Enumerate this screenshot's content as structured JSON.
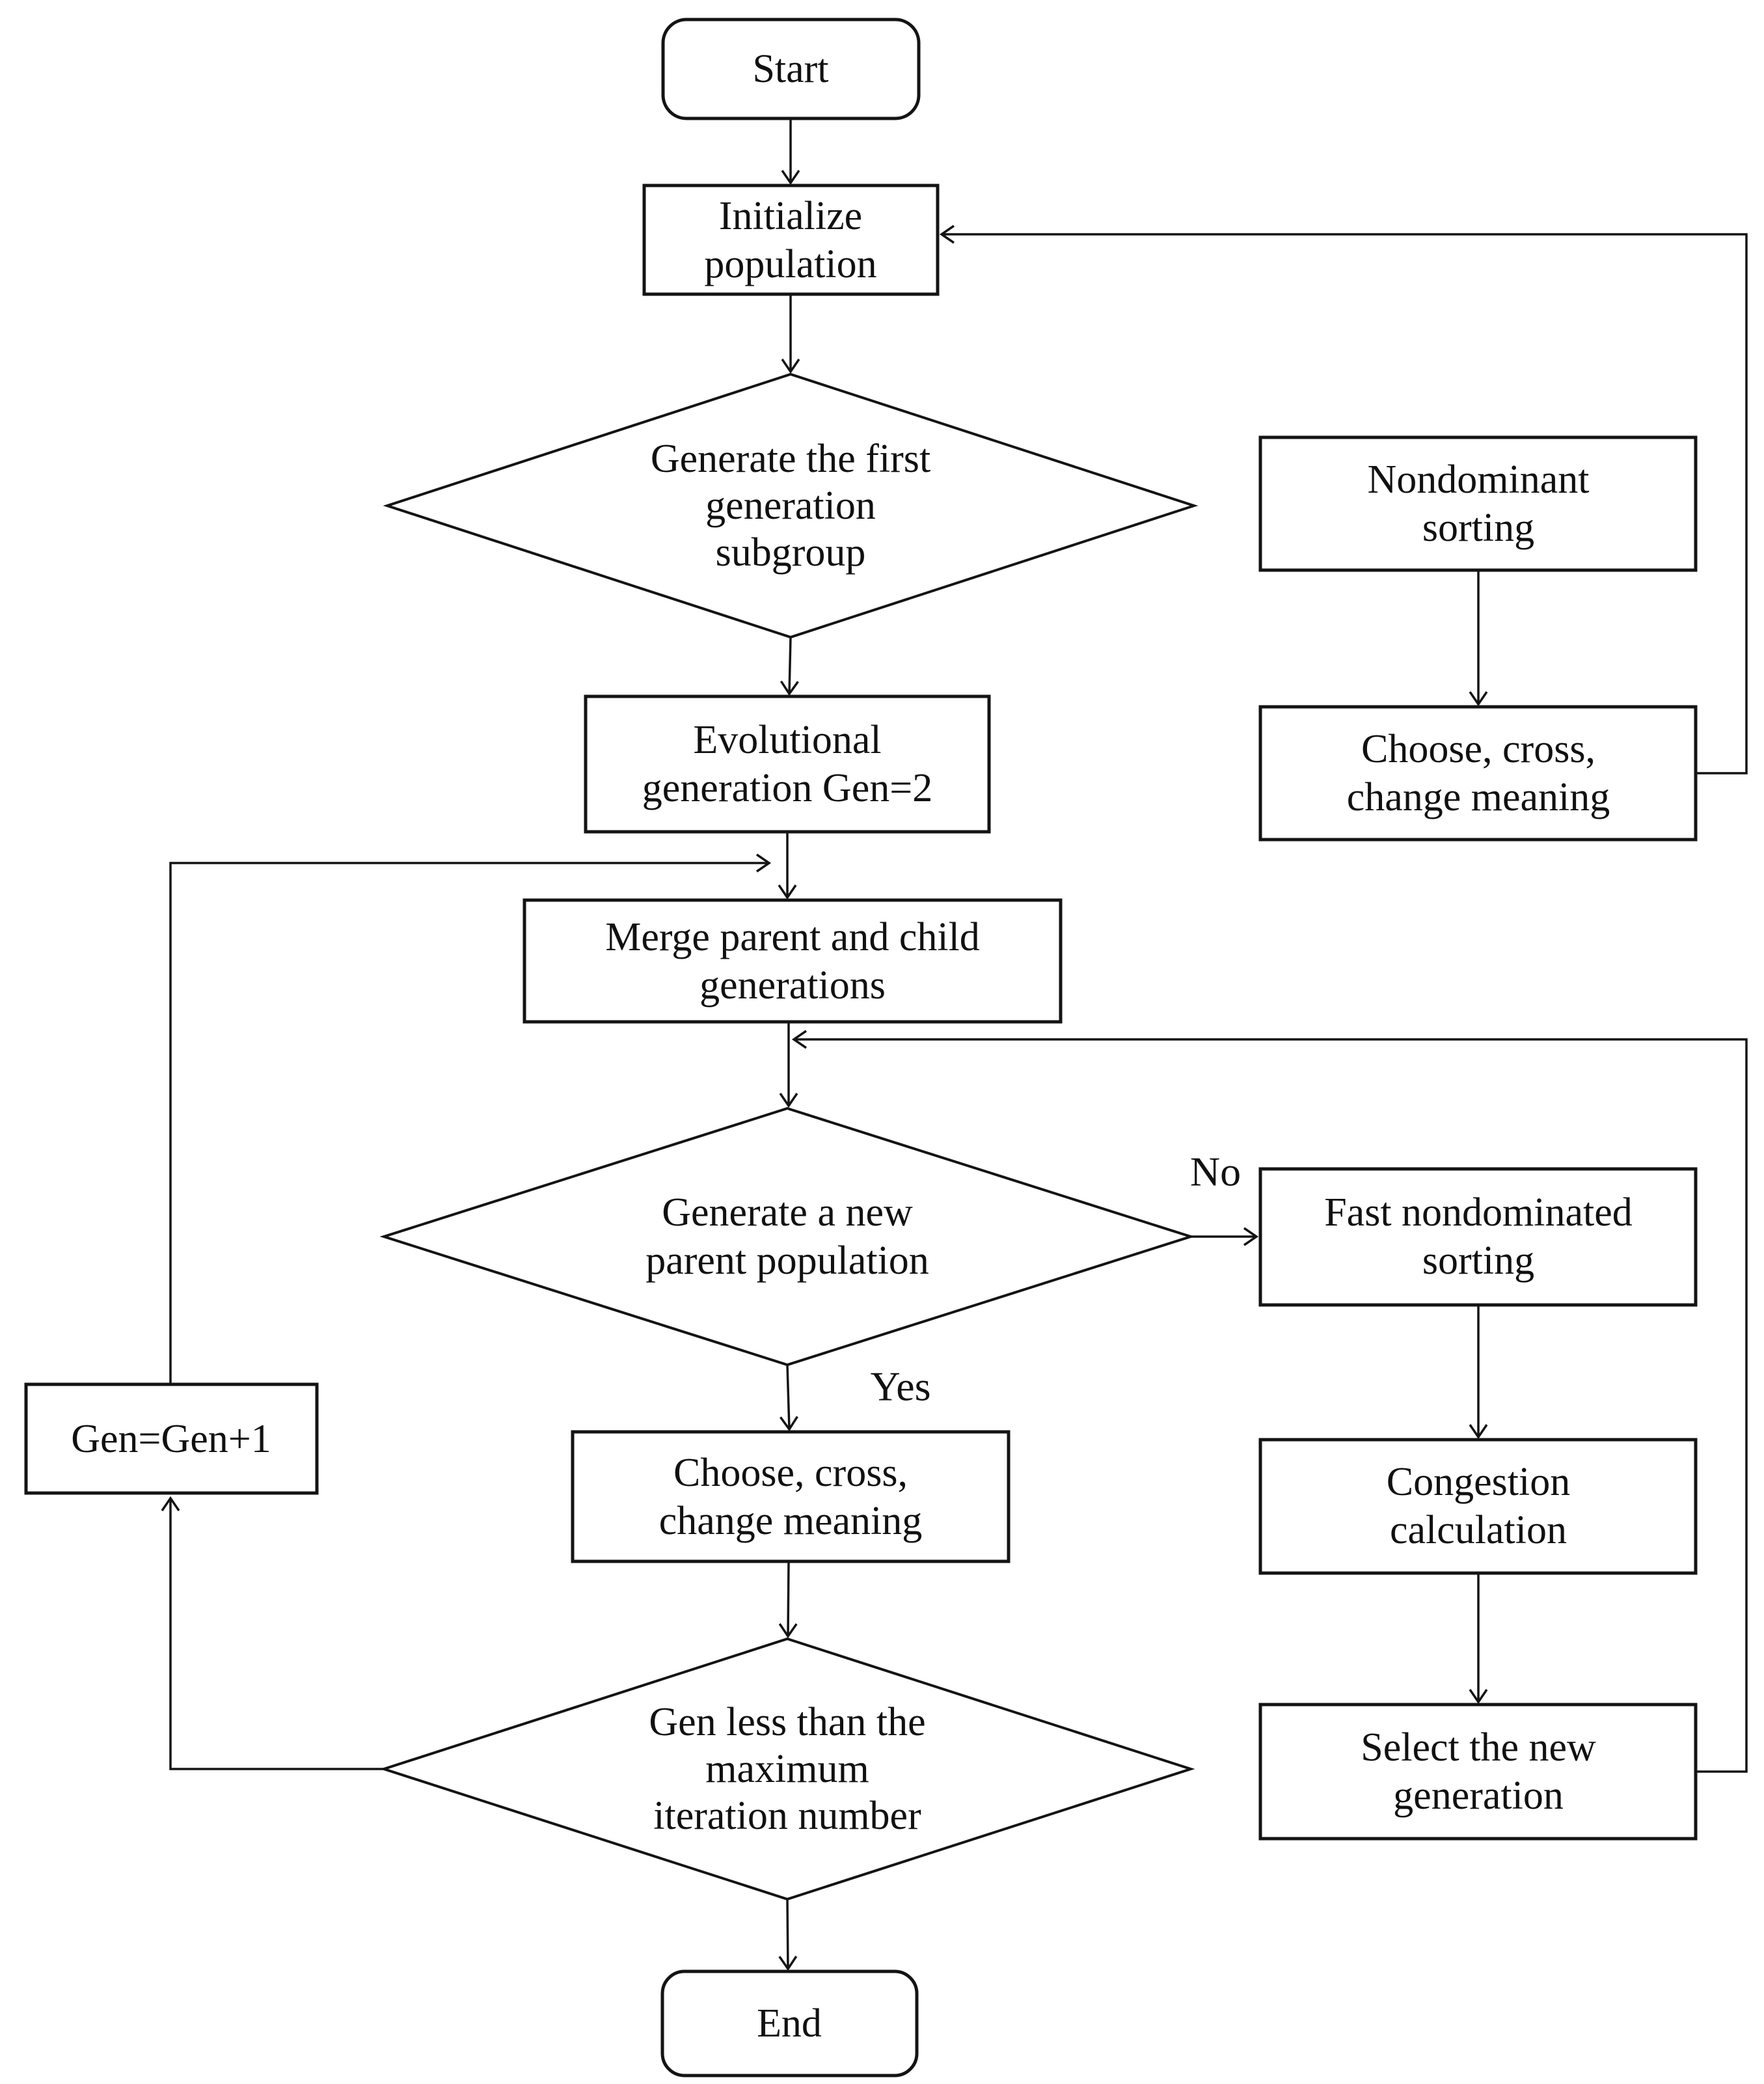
{
  "diagram": {
    "type": "flowchart",
    "topic": "Evolutionary algorithm (NSGA-II style) iteration flow",
    "colors": {
      "background": "#ffffff",
      "line": "#141414",
      "text": "#111111"
    },
    "nodes": {
      "start": {
        "shape": "rounded-rect",
        "label": "Start"
      },
      "init": {
        "shape": "rect",
        "lines": [
          "Initialize",
          "population"
        ]
      },
      "diamond1": {
        "shape": "diamond",
        "lines": [
          "Generate the first",
          "generation",
          "subgroup"
        ]
      },
      "nondominant": {
        "shape": "rect",
        "lines": [
          "Nondominant",
          "sorting"
        ]
      },
      "choose_right": {
        "shape": "rect",
        "lines": [
          "Choose, cross,",
          "change meaning"
        ]
      },
      "evolutional": {
        "shape": "rect",
        "lines": [
          "Evolutional",
          "generation Gen=2"
        ]
      },
      "merge": {
        "shape": "rect",
        "lines": [
          "Merge parent and child",
          "generations"
        ]
      },
      "diamond2": {
        "shape": "diamond",
        "lines": [
          "Generate a new",
          "parent population"
        ]
      },
      "fast": {
        "shape": "rect",
        "lines": [
          "Fast nondominated",
          "sorting"
        ]
      },
      "congestion": {
        "shape": "rect",
        "lines": [
          "Congestion",
          "calculation"
        ]
      },
      "select": {
        "shape": "rect",
        "lines": [
          "Select the new",
          "generation"
        ]
      },
      "choose_mid": {
        "shape": "rect",
        "lines": [
          "Choose, cross,",
          "change meaning"
        ]
      },
      "diamond3": {
        "shape": "diamond",
        "lines": [
          "Gen less than the",
          "maximum",
          "iteration number"
        ]
      },
      "gen_inc": {
        "shape": "rect",
        "label": "Gen=Gen+1"
      },
      "end": {
        "shape": "rounded-rect",
        "label": "End"
      }
    },
    "edge_labels": {
      "no": "No",
      "yes": "Yes"
    }
  }
}
